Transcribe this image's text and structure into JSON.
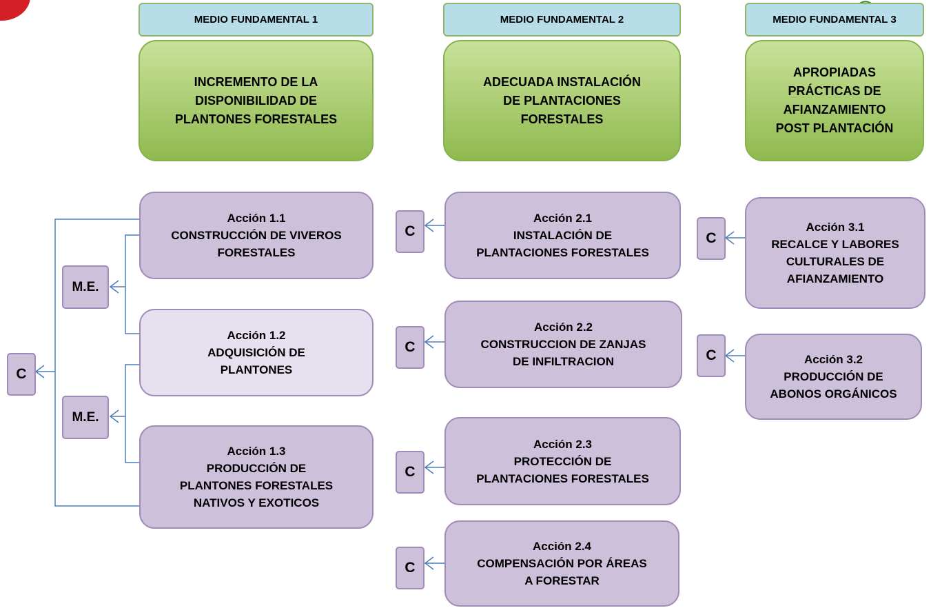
{
  "headers": [
    {
      "label": "MEDIO FUNDAMENTAL 1"
    },
    {
      "label": "MEDIO FUNDAMENTAL 2"
    },
    {
      "label": "MEDIO FUNDAMENTAL 3"
    }
  ],
  "medios": [
    {
      "lines": [
        "INCREMENTO DE LA",
        "DISPONIBILIDAD DE",
        "PLANTONES FORESTALES"
      ]
    },
    {
      "lines": [
        "ADECUADA INSTALACIÓN",
        "DE PLANTACIONES",
        "FORESTALES"
      ]
    },
    {
      "lines": [
        "APROPIADAS",
        "PRÁCTICAS DE",
        "AFIANZAMIENTO",
        "POST PLANTACIÓN"
      ]
    }
  ],
  "acciones": {
    "a11": {
      "lines": [
        "Acción 1.1",
        "CONSTRUCCIÓN DE VIVEROS",
        "FORESTALES"
      ]
    },
    "a12": {
      "lines": [
        "Acción 1.2",
        "ADQUISICIÓN DE",
        "PLANTONES"
      ]
    },
    "a13": {
      "lines": [
        "Acción 1.3",
        "PRODUCCIÓN DE",
        "PLANTONES FORESTALES",
        "NATIVOS Y EXOTICOS"
      ]
    },
    "a21": {
      "lines": [
        "Acción 2.1",
        "INSTALACIÓN DE",
        "PLANTACIONES FORESTALES"
      ]
    },
    "a22": {
      "lines": [
        "Acción 2.2",
        "CONSTRUCCION DE ZANJAS",
        "DE INFILTRACION"
      ]
    },
    "a23": {
      "lines": [
        "Acción 2.3",
        "PROTECCIÓN DE",
        "PLANTACIONES FORESTALES"
      ]
    },
    "a24": {
      "lines": [
        "Acción 2.4",
        "COMPENSACIÓN POR ÁREAS",
        "A FORESTAR"
      ]
    },
    "a31": {
      "lines": [
        "Acción 3.1",
        "RECALCE Y LABORES",
        "CULTURALES DE",
        "AFIANZAMIENTO"
      ]
    },
    "a32": {
      "lines": [
        "Acción 3.2",
        "PRODUCCIÓN DE",
        "ABONOS ORGÁNICOS"
      ]
    }
  },
  "tags": {
    "c_label": "C",
    "me_label": "M.E."
  },
  "colors": {
    "header_fill": "#b7dde8",
    "medio_fill": "#9bc25a",
    "accion_fill": "#ccc0da",
    "accion_light_fill": "#e6e0ef",
    "connector": "#4a7ebb"
  }
}
